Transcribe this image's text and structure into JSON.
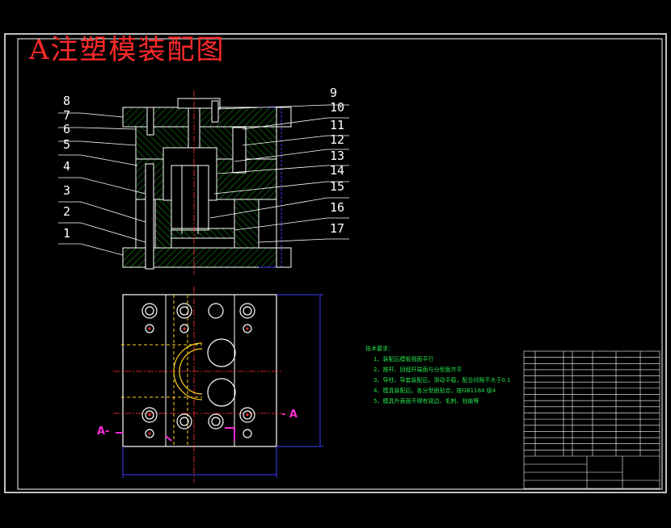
{
  "title": "A注塑模装配图",
  "tech_requirements": {
    "heading": "技术要求：",
    "items": [
      "1、装配后模板相面平行",
      "2、推杆、回程杆端面与分型面齐平",
      "3、导柱、导套装配后，滑动平稳，配合间隙不大于0.1",
      "4、模具装配后，各分型面贴合，按GB1184 级4",
      "5、模具外表面不得有锐边、毛刺、划痕等"
    ]
  },
  "callouts": [
    "1",
    "2",
    "3",
    "4",
    "5",
    "6",
    "7",
    "8",
    "9",
    "10",
    "11",
    "12",
    "13",
    "14",
    "15",
    "16",
    "17"
  ],
  "section_marks": {
    "left": "A-",
    "right": "- A"
  },
  "colors": {
    "background": "#000000",
    "outline": "#ffffff",
    "hatch": "#1fd11f",
    "dimension": "#3b3bff",
    "centerline": "#ff3030",
    "section": "#ff2bd4",
    "hidden": "#ffd11f",
    "notes": "#22e04a"
  }
}
